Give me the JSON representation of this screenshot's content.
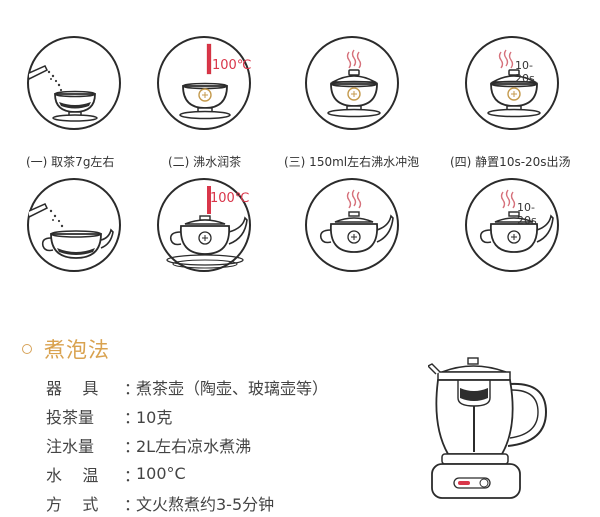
{
  "steps": [
    {
      "label": "(一) 取茶7g左右"
    },
    {
      "label": "(二) 沸水润茶",
      "temp": "100℃"
    },
    {
      "label": "(三) 150ml左右沸水冲泡"
    },
    {
      "label": "(四) 静置10s-20s出汤",
      "time": "10-20s"
    }
  ],
  "pot_steps": [
    {},
    {
      "temp": "100℃"
    },
    {},
    {
      "time": "10-20s"
    }
  ],
  "section": {
    "title": "煮泡法",
    "rows": [
      {
        "label": "器    具",
        "value": "煮茶壶（陶壶、玻璃壶等）"
      },
      {
        "label": "投茶量",
        "value": "10克"
      },
      {
        "label": "注水量",
        "value": "2L左右凉水煮沸"
      },
      {
        "label": "水    温",
        "value": "100°C"
      },
      {
        "label": "方    式",
        "value": "文火熬煮约3-5分钟"
      }
    ]
  },
  "colors": {
    "accent": "#d9a24f",
    "thermo": "#d9364a",
    "line": "#2b2b2b"
  }
}
